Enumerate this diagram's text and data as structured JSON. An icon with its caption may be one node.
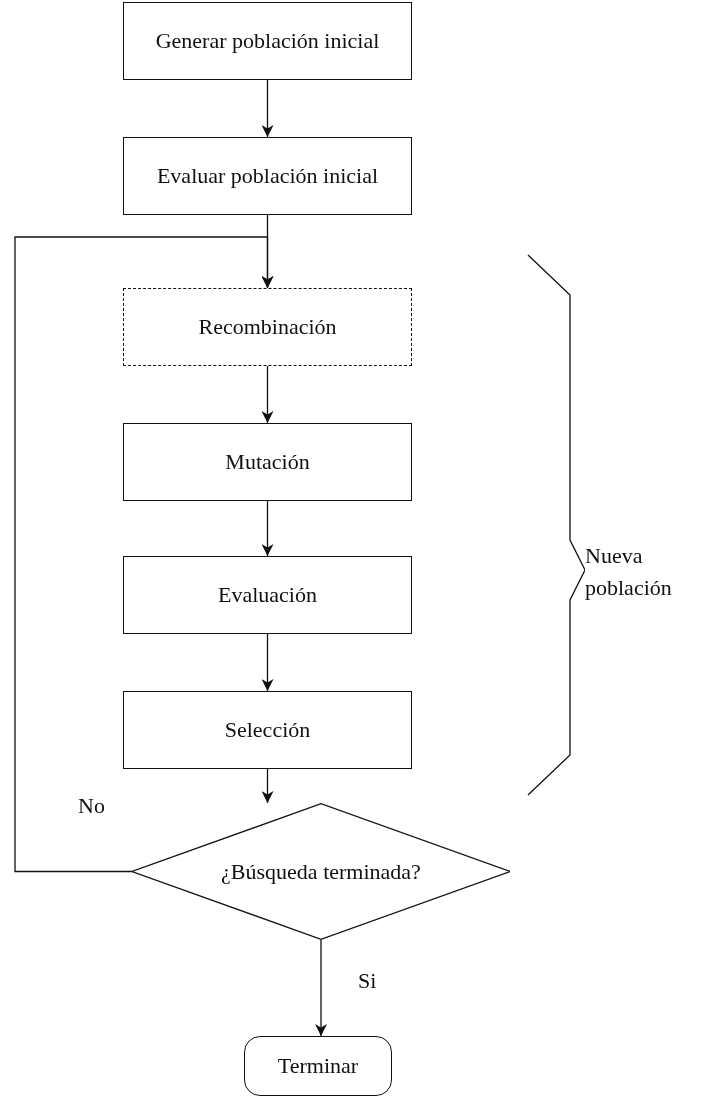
{
  "diagram": {
    "nodes": [
      {
        "text": [
          "Generar población inicial"
        ]
      },
      {
        "text": [
          "Evaluar población inicial"
        ]
      },
      {
        "text": [
          "Recombinación"
        ]
      },
      {
        "text": [
          "Mutación"
        ]
      },
      {
        "text": [
          "Evaluación"
        ]
      },
      {
        "text": [
          "Selección"
        ]
      },
      {
        "text": [
          "¿Búsqueda terminada?"
        ]
      },
      {
        "text": [
          "Terminar"
        ]
      }
    ],
    "edges": [
      {
        "from": 0,
        "to": 1,
        "arrow": "to"
      },
      {
        "from": 1,
        "to": 2,
        "arrow": "to"
      },
      {
        "from": 2,
        "to": 3,
        "arrow": "to"
      },
      {
        "from": 3,
        "to": 4,
        "arrow": "to"
      },
      {
        "from": 4,
        "to": 5,
        "arrow": "to"
      },
      {
        "from": 5,
        "to": 6,
        "arrow": "to"
      },
      {
        "from": 6,
        "to": 7,
        "label": "Si",
        "arrow": "to"
      },
      {
        "from": 6,
        "to": 2,
        "label": "No",
        "arrow": "to"
      }
    ],
    "labels": [
      "Nueva población"
    ]
  }
}
